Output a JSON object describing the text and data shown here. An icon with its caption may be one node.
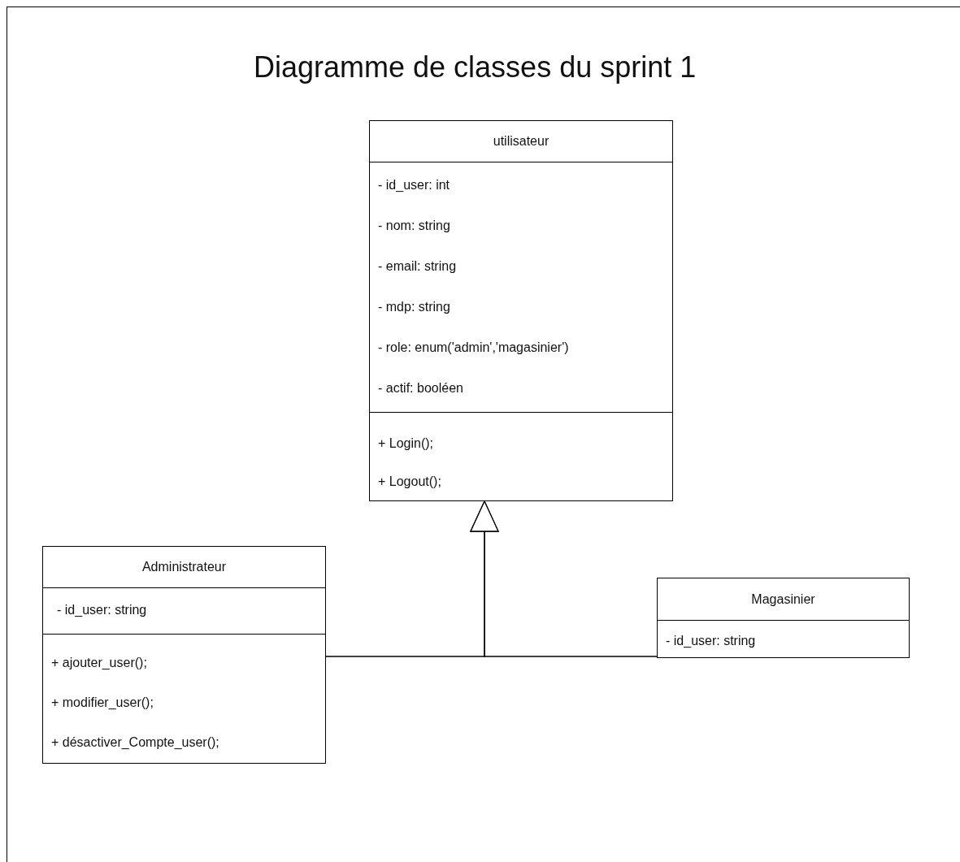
{
  "diagram": {
    "title": "Diagramme de classes du sprint 1",
    "nodes": [
      {
        "text": [
          "utilisateur"
        ]
      },
      {
        "text": [
          "- id_user: int",
          "- nom: string",
          "- email: string",
          "- mdp: string",
          "- role: enum('admin','magasinier')",
          "- actif: booléen"
        ],
        "in": 0
      },
      {
        "text": [
          "+ Login();",
          "+ Logout();"
        ],
        "in": 0
      },
      {
        "text": [
          "Administrateur"
        ]
      },
      {
        "text": [
          "- id_user: string"
        ],
        "in": 3
      },
      {
        "text": [
          "+ ajouter_user();",
          "+ modifier_user();",
          "+ désactiver_Compte_user();"
        ],
        "in": 3
      },
      {
        "text": [
          "Magasinier"
        ]
      },
      {
        "text": [
          "- id_user: string"
        ],
        "in": 6
      }
    ],
    "edges": [
      {
        "from": 3,
        "to": 0,
        "arrow": "to"
      },
      {
        "from": 6,
        "to": 0,
        "arrow": "to"
      }
    ]
  }
}
